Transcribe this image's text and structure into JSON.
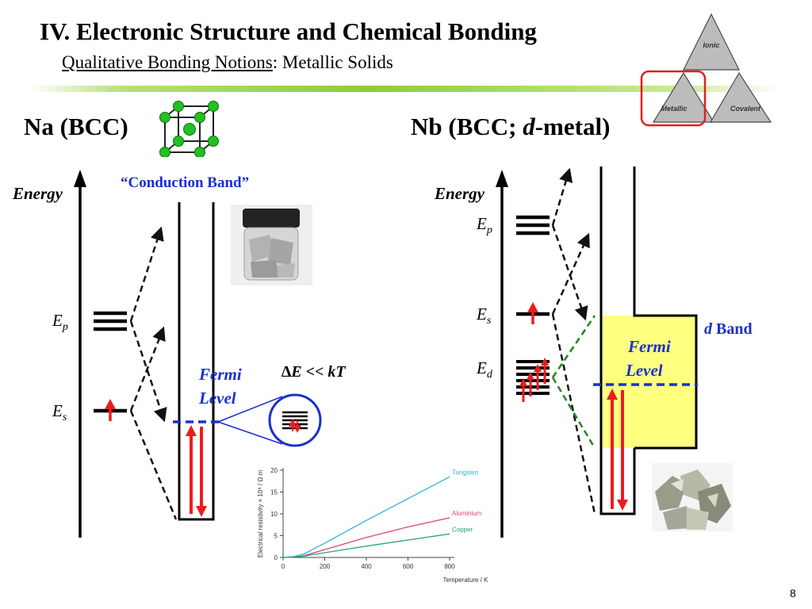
{
  "slide": {
    "title": "IV. Electronic Structure and Chemical Bonding",
    "subtitle_underlined": "Qualitative Bonding Notions",
    "subtitle_rest": ": Metallic Solids",
    "page_number": "8"
  },
  "triangle": {
    "ionic": "Ionic",
    "metallic": "Metallic",
    "covalent": "Covalent"
  },
  "na": {
    "heading": "Na (BCC)",
    "energy": "Energy",
    "conduction_band": "“Conduction Band”",
    "ep_main": "E",
    "ep_sub": "p",
    "es_main": "E",
    "es_sub": "s",
    "fermi_1": "Fermi",
    "fermi_2": "Level",
    "delta_e": "∆E << kT"
  },
  "nb": {
    "heading_1": "Nb (BCC; ",
    "heading_d": "d",
    "heading_2": "-metal)",
    "energy": "Energy",
    "ep_main": "E",
    "ep_sub": "p",
    "es_main": "E",
    "es_sub": "s",
    "ed_main": "E",
    "ed_sub": "d",
    "fermi_1": "Fermi",
    "fermi_2": "Level",
    "dband_d": "d",
    "dband_rest": " Band"
  },
  "chart_data": {
    "type": "line",
    "ylabel": "Electrical resistivity × 10⁸ / Ω m",
    "xlabel": "Temperature / K",
    "xticks": [
      "0",
      "200",
      "400",
      "600",
      "800"
    ],
    "yticks": [
      "0",
      "5",
      "10",
      "15",
      "20"
    ],
    "xlim": [
      0,
      800
    ],
    "ylim": [
      0,
      20
    ],
    "series": [
      {
        "name": "Tungsten",
        "color": "#2bb5d8",
        "x": [
          0,
          50,
          100,
          200,
          400,
          600,
          800
        ],
        "y": [
          0,
          0.2,
          0.8,
          3.3,
          8.5,
          13.5,
          18.5
        ]
      },
      {
        "name": "Aluminium",
        "color": "#e0407a",
        "x": [
          0,
          50,
          100,
          200,
          400,
          600,
          800
        ],
        "y": [
          0,
          0.1,
          0.4,
          1.8,
          4.6,
          7.0,
          9.1
        ]
      },
      {
        "name": "Copper",
        "color": "#2aa86a",
        "x": [
          0,
          50,
          100,
          200,
          400,
          600,
          800
        ],
        "y": [
          0,
          0.1,
          0.3,
          1.1,
          2.6,
          4.0,
          5.4
        ]
      }
    ]
  },
  "colors": {
    "fermi_line": "#1a2fd0",
    "arrows": "#ee1c1c",
    "d_band": "#ffff80",
    "triangle_highlight": "#e02020"
  }
}
